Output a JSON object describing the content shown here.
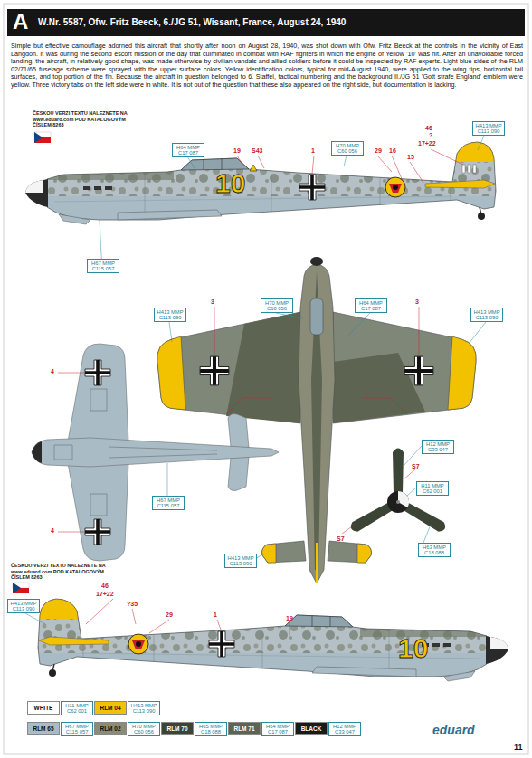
{
  "diagram": {
    "title": "W.Nr. 5587, Ofw. Fritz Beeck, 6./JG 51, Wissant, France, August 24, 1940",
    "labels": [
      "A",
      "Simple but effective camouflage adorned this aircraft that shortly after noon on August 28, 1940, was shot down with Ofw. Fritz Beeck at the controls in the vicinity of East Langdon. It was during the second escort mission of the day that culminated in combat with RAF fighters in which the engine of Yellow '10' was hit. After an unavoidable forced landing, the aircraft, in relatively good shape, was made otherwise by civilian vandals and allied soldiers before it could be inspected by RAF experts. Light blue sides of the RLM 02/71/65 fuselage scheme were sprayed with the upper surface colors. Yellow identification colors, typical for mid-August 1940, were applied to the wing tips, horizontal tail surfaces, and top portion of the fin. Because the aircraft in question belonged to 6. Staffel, tactical numbering and the background II./JG 51 'Gott strafe England' emblem were yellow. Three victory tabs on the left side were in white. It is not out of the question that these also appeared on the right side, but documentation is lacking.",
      "ČESKOU VERZI TEXTU NALEZNETE NA www.eduard.com POD KATALOGOVÝM ČÍSLEM 8263",
      "19",
      "S43",
      "1",
      "H70 MMP C60 056",
      "29",
      "16",
      "15",
      "46",
      "?",
      "17+22",
      "H413 MMP C113 090",
      "H64 MMP C17 087",
      "10",
      "H67 MMP C115 057",
      "3",
      "3",
      "H413 MMP C113 090",
      "H70 MMP C60 056",
      "H64 MMP C17 087",
      "H413 MMP C113 090",
      "4",
      "4",
      "ČESKOU VERZI TEXTU NALEZNETE NA www.eduard.com POD KATALOGOVÝM ČÍSLEM 8263",
      "H67 MMP C115 057",
      "H413 MMP C113 090",
      "H12 MMP C33 047",
      "H11 MMP C62 001",
      "S7",
      "S7",
      "H63 MMP C18 088",
      "H413 MMP C113 090",
      "46",
      "17+22",
      "?35",
      "29",
      "1",
      "19",
      "10",
      "H11 MMP C62 001",
      "H413 MMP C113 090",
      "H67 MMP C115 057",
      "H70 MMP C60 056",
      "H65 MMP C18 088",
      "H64 MMP C17 087",
      "H12 MMP C33 047",
      "eduard",
      "11"
    ],
    "legend": [
      {
        "text": "WHITE",
        "color": "#ffffff"
      },
      {
        "text": "RLM 04",
        "color": "#f2c200"
      },
      {
        "text": "RLM 65",
        "color": "#a9bcc6"
      },
      {
        "text": "RLM 02",
        "color": "#8a8c78"
      },
      {
        "text": "RLM 70",
        "color": "#3c4535"
      },
      {
        "text": "RLM 71",
        "color": "#5d6452"
      },
      {
        "text": "BLACK",
        "color": "#1a1a1a"
      }
    ]
  }
}
